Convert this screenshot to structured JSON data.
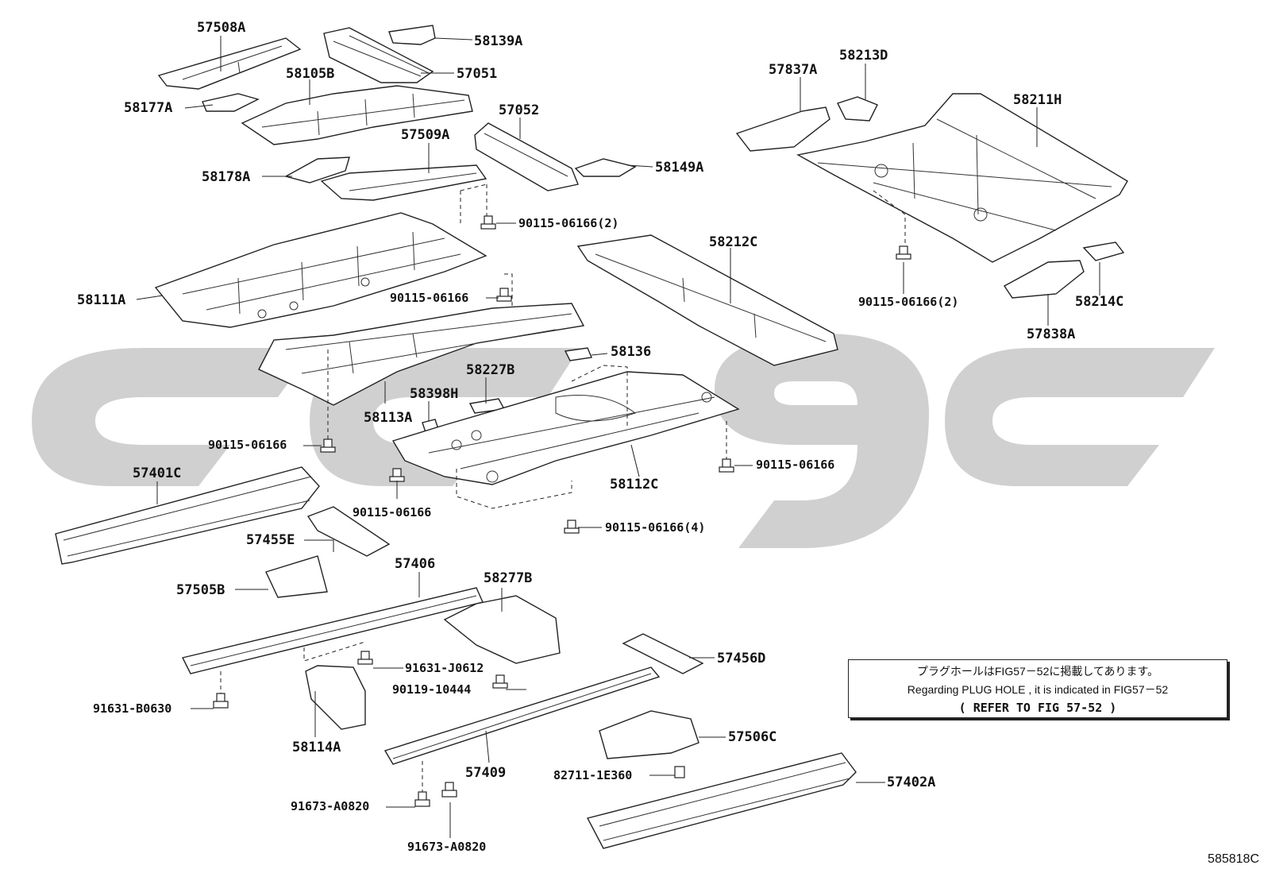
{
  "labels": {
    "p57508A": "57508A",
    "p58139A": "58139A",
    "p57051": "57051",
    "p58105B": "58105B",
    "p58177A": "58177A",
    "p57052": "57052",
    "p57509A": "57509A",
    "p58178A": "58178A",
    "p58149A": "58149A",
    "b_top_2": "90115-06166(2)",
    "p58111A": "58111A",
    "b_mid": "90115-06166",
    "p58212C": "58212C",
    "p58136": "58136",
    "p58227B": "58227B",
    "p58398H": "58398H",
    "p58113A": "58113A",
    "b_left": "90115-06166",
    "b_right": "90115-06166",
    "p58112C": "58112C",
    "b_center": "90115-06166",
    "b_center_4": "90115-06166(4)",
    "p57401C": "57401C",
    "p57455E": "57455E",
    "p57406": "57406",
    "p57505B": "57505B",
    "p58277B": "58277B",
    "b91631J": "91631-J0612",
    "b90119": "90119-10444",
    "b91631B": "91631-B0630",
    "p58114A": "58114A",
    "p57456D": "57456D",
    "p57506C": "57506C",
    "p57409": "57409",
    "b82711": "82711-1E360",
    "p57402A": "57402A",
    "b91673a": "91673-A0820",
    "b91673b": "91673-A0820",
    "p57837A": "57837A",
    "p58213D": "58213D",
    "p58211H": "58211H",
    "b_rr_2": "90115-06166(2)",
    "p58214C": "58214C",
    "p57838A": "57838A"
  },
  "note": {
    "line1": "プラグホールはFIG57－52に掲載してあります。",
    "line2": "Regarding PLUG HOLE , it is indicated in FIG57－52",
    "line3": "(  REFER TO FIG 57-52  )"
  },
  "figure_number": "585818C",
  "colors": {
    "watermark": "#c8c8c8",
    "line": "#222222"
  }
}
